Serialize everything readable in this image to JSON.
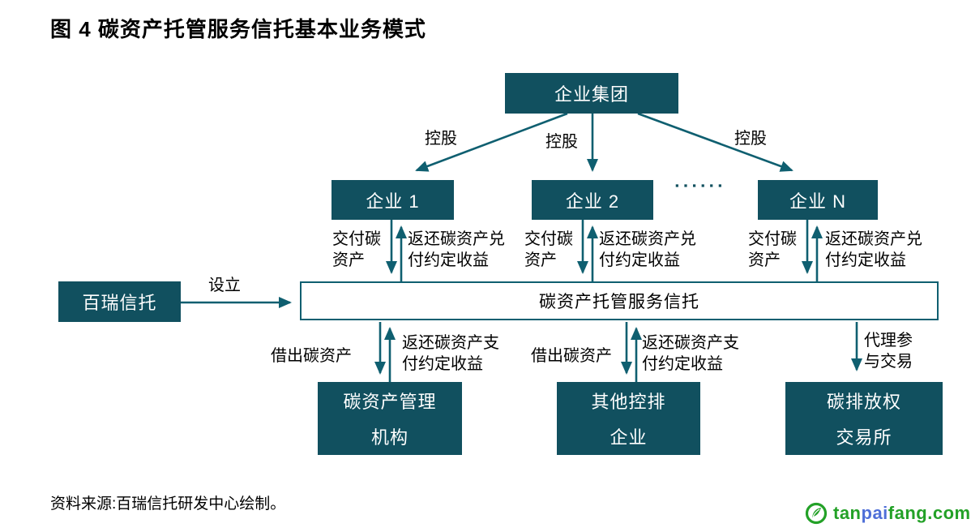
{
  "title": "图 4  碳资产托管服务信托基本业务模式",
  "diagram": {
    "group": {
      "label": "企业集团"
    },
    "enterprises": [
      {
        "label": "企业 1"
      },
      {
        "label": "企业 2"
      },
      {
        "label": "企业 N"
      }
    ],
    "ellipsis": "▪▪▪▪▪▪",
    "trustee": {
      "label": "百瑞信托"
    },
    "trust": {
      "label": "碳资产托管服务信托"
    },
    "bottom_nodes": [
      {
        "line1": "碳资产管理",
        "line2": "机构"
      },
      {
        "line1": "其他控排",
        "line2": "企业"
      },
      {
        "line1": "碳排放权",
        "line2": "交易所"
      }
    ],
    "edge_labels": {
      "holding": "控股",
      "establish": "设立",
      "deliver_line1": "交付碳",
      "deliver_line2": "资产",
      "return_upper_line1": "返还碳资产兑",
      "return_upper_line2": "付约定收益",
      "lend": "借出碳资产",
      "return_lower_line1": "返还碳资产支",
      "return_lower_line2": "付约定收益",
      "agent_line1": "代理参",
      "agent_line2": "与交易"
    }
  },
  "source_note": "资料来源:百瑞信托研发中心绘制。",
  "logo": {
    "part1": "tan",
    "part2": "pai",
    "part3": "fang.com"
  },
  "colors": {
    "node_fill": "#11505f",
    "line": "#0f5f70",
    "logo_green": "#23a127",
    "logo_blue": "#4f6fd8"
  }
}
